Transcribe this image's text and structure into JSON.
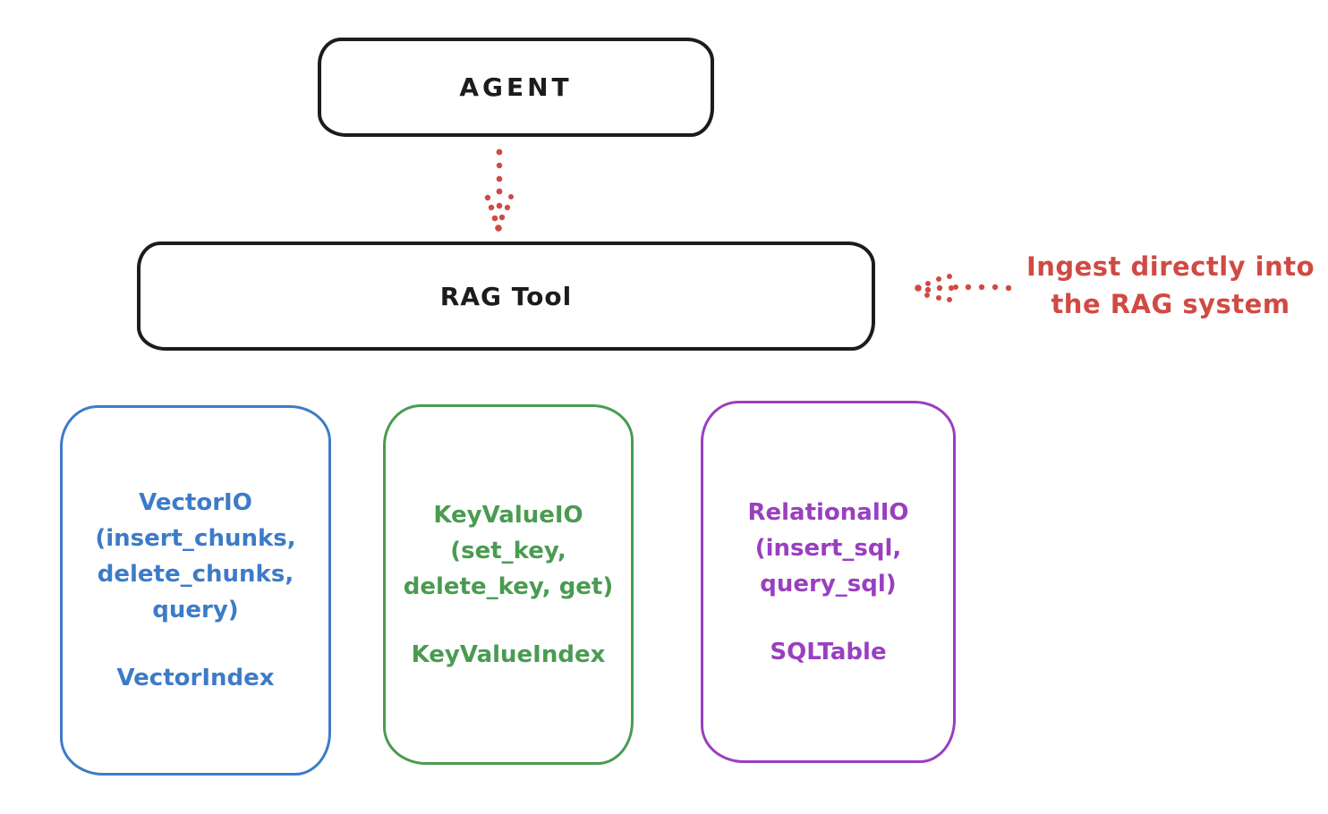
{
  "colors": {
    "ink": "#1c1c1c",
    "red": "#d04a43",
    "blue": "#3d7bc8",
    "green": "#4a9b51",
    "purple": "#9a3fc0",
    "background": "#ffffff"
  },
  "agent": {
    "label": "AGENT"
  },
  "rag_tool": {
    "label": "RAG Tool"
  },
  "annotation": {
    "line1": "Ingest directly into",
    "line2": "the RAG system"
  },
  "storage_nodes": [
    {
      "lines": [
        "VectorIO",
        "(insert_chunks,",
        "delete_chunks,",
        "query)"
      ],
      "footer": "VectorIndex"
    },
    {
      "lines": [
        "KeyValueIO",
        "(set_key,",
        "delete_key, get)"
      ],
      "footer": "KeyValueIndex"
    },
    {
      "lines": [
        "RelationalIO",
        "(insert_sql,",
        "query_sql)"
      ],
      "footer": "SQLTable"
    }
  ]
}
